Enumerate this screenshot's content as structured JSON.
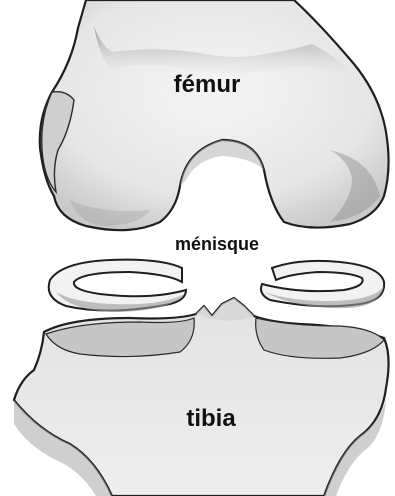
{
  "labels": {
    "femur": "fémur",
    "menisque": "ménisque",
    "tibia": "tibia"
  },
  "colors": {
    "bone_fill": "#e9e9e9",
    "outline": "#1f1f1f",
    "shadow": "#9c9c9c",
    "background": "#ffffff"
  }
}
